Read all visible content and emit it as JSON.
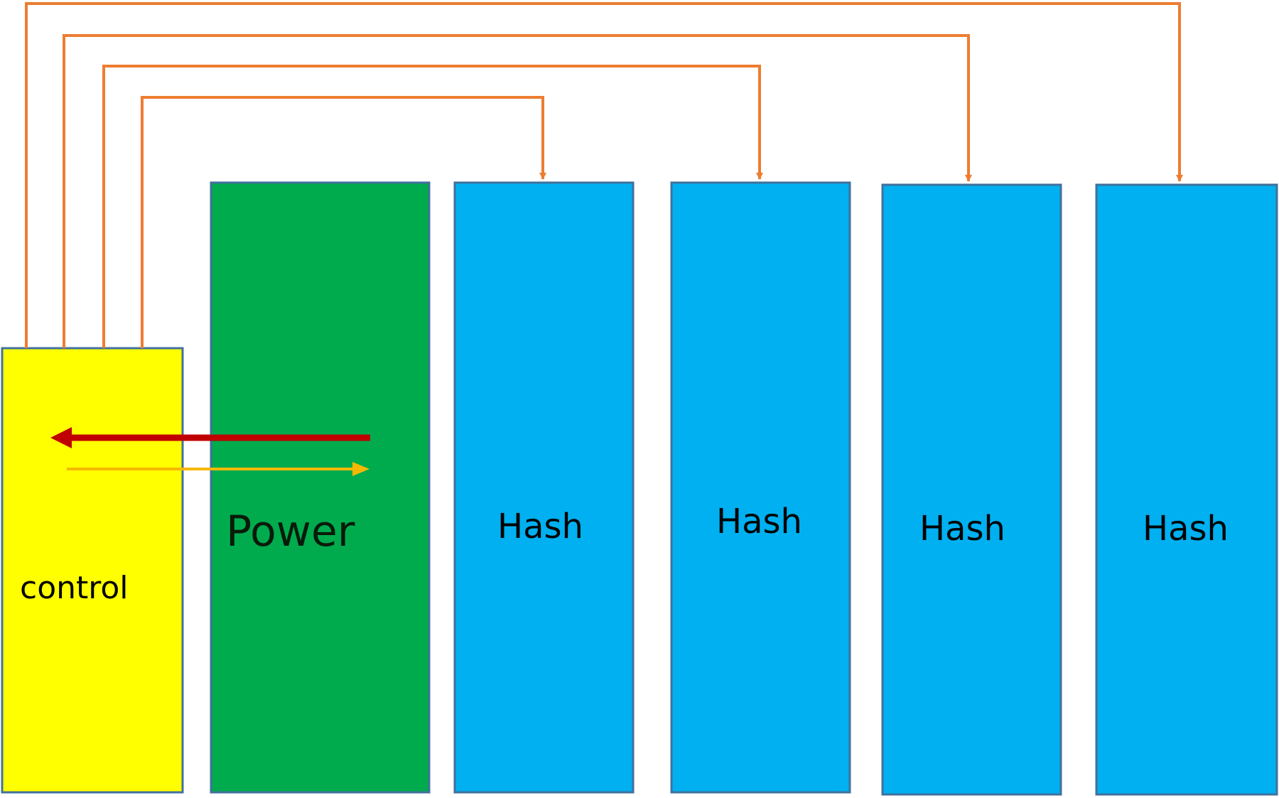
{
  "blocks": {
    "control": {
      "label": "control",
      "color": "#ffff00"
    },
    "power": {
      "label": "Power",
      "color": "#00ab4e"
    },
    "hash": [
      {
        "label": "Hash",
        "color": "#00b0f0"
      },
      {
        "label": "Hash",
        "color": "#00b0f0"
      },
      {
        "label": "Hash",
        "color": "#00b0f0"
      },
      {
        "label": "Hash",
        "color": "#00b0f0"
      }
    ]
  },
  "connectors": {
    "signal_color": "#ed7d31",
    "power_feed_color": "#c00000",
    "control_feed_color": "#f5b800"
  },
  "block_border_color": "#41719c"
}
